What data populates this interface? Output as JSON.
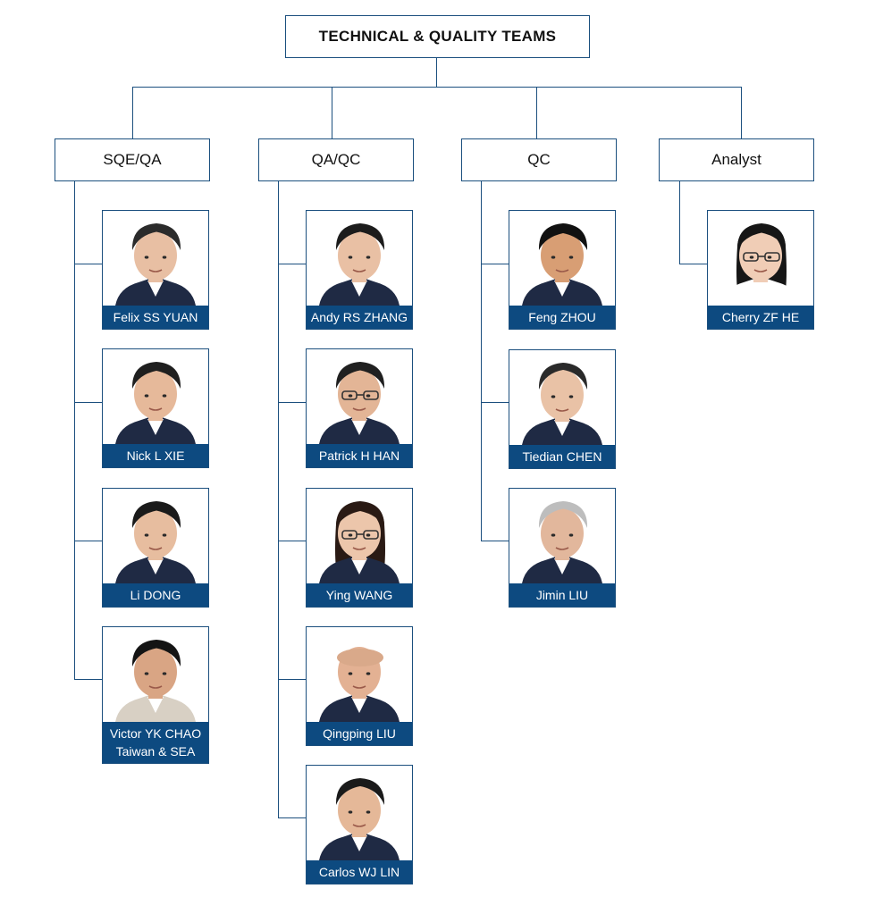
{
  "chart": {
    "title": "TECHNICAL & QUALITY TEAMS"
  },
  "teams": [
    {
      "name": "SQE/QA",
      "members": [
        {
          "name": "Felix SS YUAN"
        },
        {
          "name": "Nick L XIE"
        },
        {
          "name": "Li DONG"
        },
        {
          "name": "Victor YK CHAO",
          "subtitle": "Taiwan & SEA"
        }
      ]
    },
    {
      "name": "QA/QC",
      "members": [
        {
          "name": "Andy RS ZHANG"
        },
        {
          "name": "Patrick H HAN"
        },
        {
          "name": "Ying WANG"
        },
        {
          "name": "Qingping LIU"
        },
        {
          "name": "Carlos WJ LIN"
        }
      ]
    },
    {
      "name": "QC",
      "members": [
        {
          "name": "Feng ZHOU"
        },
        {
          "name": "Tiedian CHEN"
        },
        {
          "name": "Jimin LIU"
        }
      ]
    },
    {
      "name": "Analyst",
      "members": [
        {
          "name": "Cherry ZF HE"
        }
      ]
    }
  ],
  "colors": {
    "line": "#1b4f7e",
    "label_bg": "#0d4a80",
    "label_text": "#ffffff"
  }
}
